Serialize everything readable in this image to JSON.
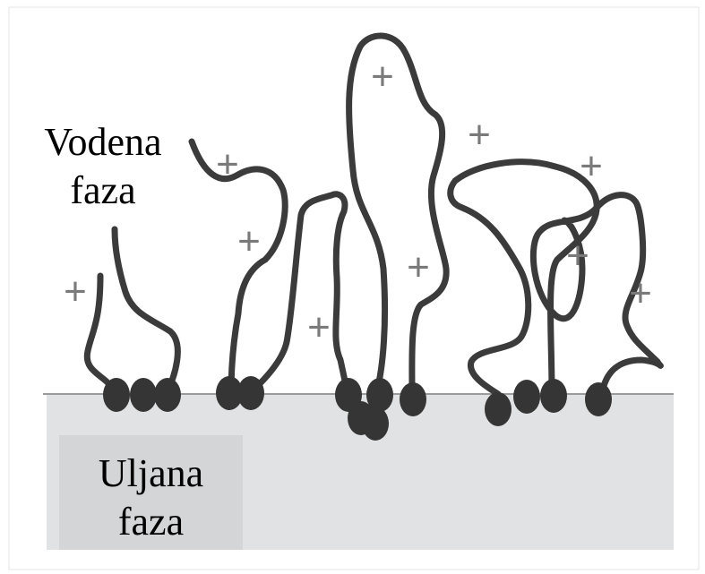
{
  "labels": {
    "water_phase": [
      "Vodena",
      "faza"
    ],
    "oil_phase": [
      "Uljana",
      "faza"
    ]
  },
  "colors": {
    "background": "#ffffff",
    "oil_phase_fill": "#e1e2e3",
    "label_box_fill": "#d4d5d6",
    "interface_line": "#9a9b9c",
    "polymer_chain": "#3b3b3b",
    "anchor_bead": "#353535",
    "charge_symbol": "#7a7a7a"
  },
  "charge_symbol": "+"
}
